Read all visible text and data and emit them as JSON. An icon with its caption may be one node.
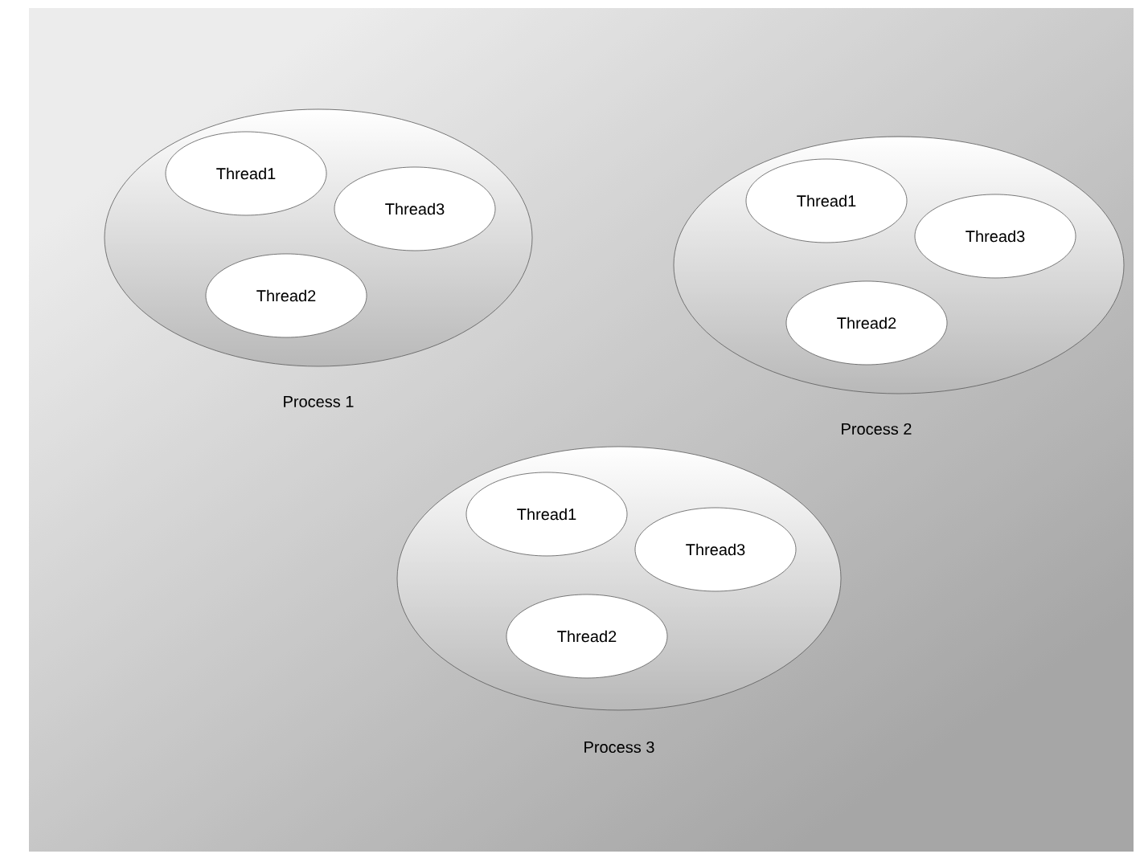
{
  "diagram": {
    "nodes": [
      {
        "text": [],
        "shape": "ellipse",
        "beside": [
          "Process 1"
        ]
      },
      {
        "text": [
          "Thread1"
        ],
        "in": 0
      },
      {
        "text": [
          "Thread3"
        ],
        "in": 0
      },
      {
        "text": [
          "Thread2"
        ],
        "in": 0
      },
      {
        "text": [],
        "shape": "ellipse",
        "beside": [
          "Process 2"
        ]
      },
      {
        "text": [
          "Thread1"
        ],
        "in": 4
      },
      {
        "text": [
          "Thread3"
        ],
        "in": 4
      },
      {
        "text": [
          "Thread2"
        ],
        "in": 4
      },
      {
        "text": [],
        "shape": "ellipse",
        "beside": [
          "Process 3"
        ]
      },
      {
        "text": [
          "Thread1"
        ],
        "in": 8
      },
      {
        "text": [
          "Thread3"
        ],
        "in": 8
      },
      {
        "text": [
          "Thread2"
        ],
        "in": 8
      }
    ]
  }
}
